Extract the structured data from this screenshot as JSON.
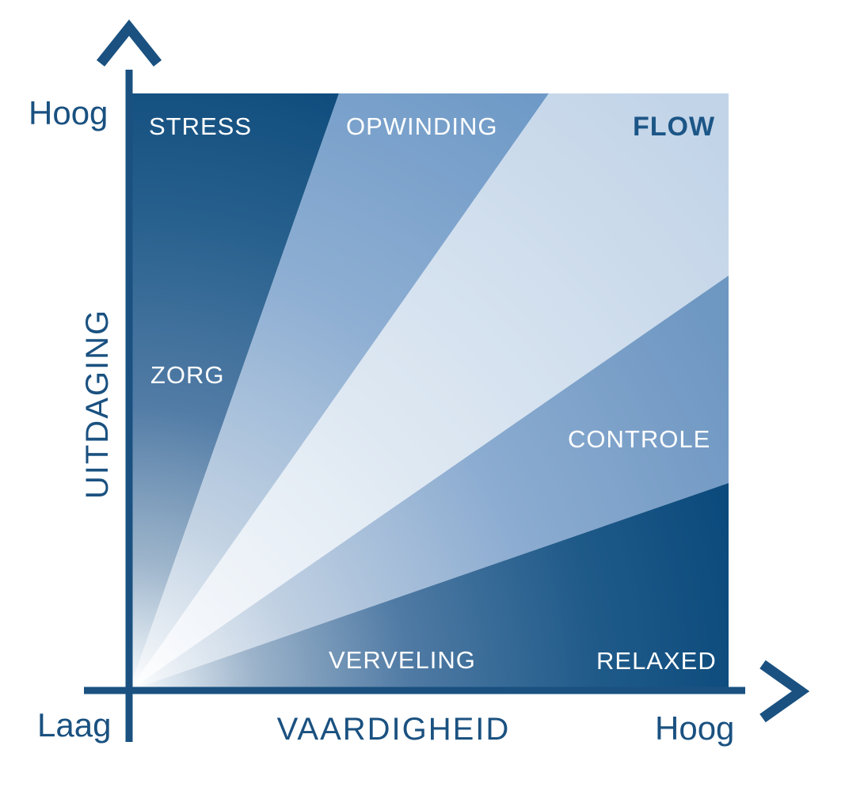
{
  "diagram": {
    "type": "flow-model-wedge-diagram",
    "y_axis": {
      "label": "UITDAGING",
      "high": "Hoog",
      "low": "Laag"
    },
    "x_axis": {
      "label": "VAARDIGHEID",
      "high": "Hoog"
    },
    "regions": [
      {
        "label": "STRESS",
        "tone": "dark"
      },
      {
        "label": "ZORG",
        "tone": "dark"
      },
      {
        "label": "OPWINDING",
        "tone": "medium"
      },
      {
        "label": "FLOW",
        "tone": "light"
      },
      {
        "label": "CONTROLE",
        "tone": "medium"
      },
      {
        "label": "VERVELING",
        "tone": "dark"
      },
      {
        "label": "RELAXED",
        "tone": "dark"
      }
    ],
    "colors": {
      "dark_blue": "#0F4C7D",
      "medium_blue": "#6F9AC7",
      "light_blue": "#C2D4E8",
      "axis_blue": "#1A5180",
      "region_label_white": "#FFFFFF",
      "flow_label_blue": "#1C5687"
    }
  }
}
